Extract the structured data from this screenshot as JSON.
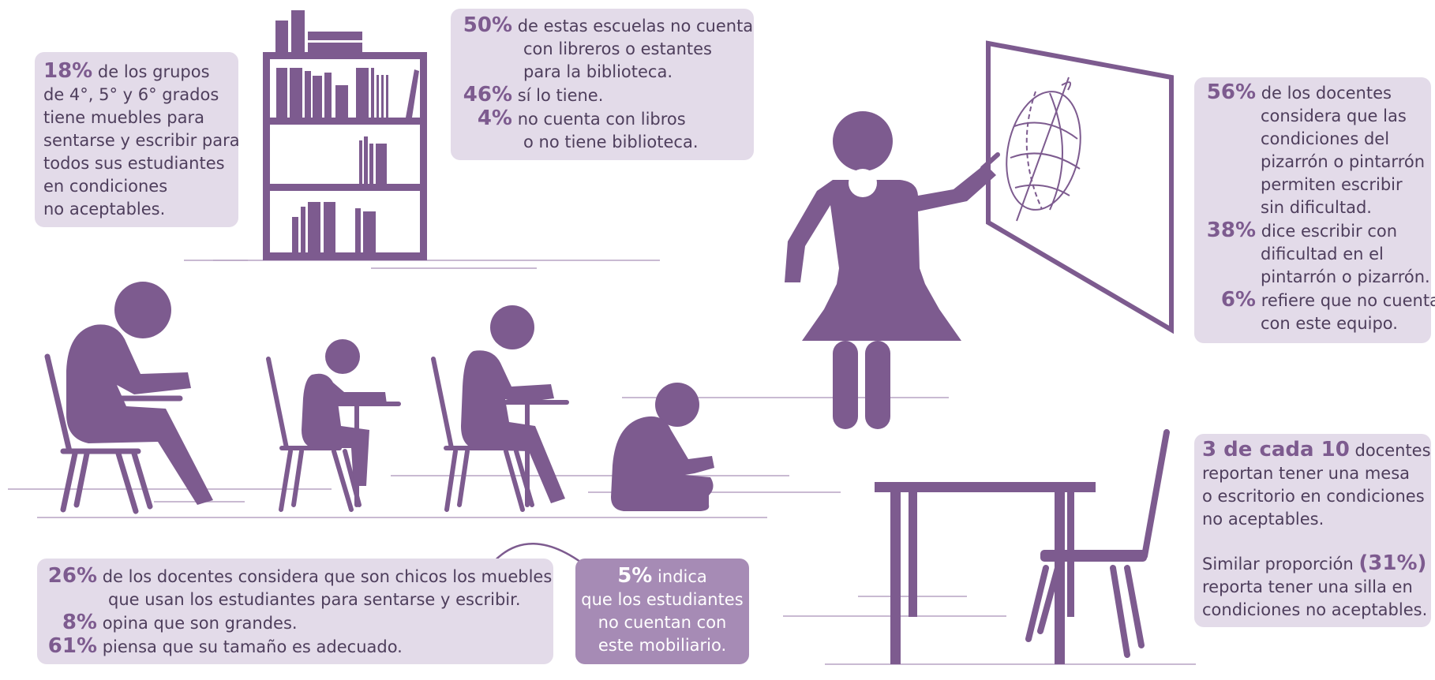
{
  "colors": {
    "figure": "#7d5b8f",
    "box": "#e3dbe9",
    "box_dark": "#a68bb5",
    "line": "#b7a3c3"
  },
  "icons": [
    "bookshelf-icon",
    "teacher-icon",
    "whiteboard-icon",
    "student-icon",
    "desk-icon",
    "chair-icon",
    "curved-arrow-icon"
  ],
  "top_left": {
    "pct": "18%",
    "lines": [
      "de los grupos",
      "de 4°, 5° y 6° grados",
      "tiene muebles para",
      "sentarse y escribir para",
      "todos sus estudiantes",
      "en condiciones",
      "no aceptables."
    ]
  },
  "top_center": {
    "s1": {
      "pct": "50%",
      "lines": [
        "de estas escuelas no cuenta",
        "con libreros o estantes",
        "para la biblioteca."
      ]
    },
    "s2": {
      "pct": "46%",
      "lines": [
        "sí lo tiene."
      ]
    },
    "s3": {
      "pct": "4%",
      "lines": [
        "no cuenta con libros",
        "o no tiene biblioteca."
      ]
    }
  },
  "right_top": {
    "s1": {
      "pct": "56%",
      "lines": [
        "de los docentes",
        "considera que las",
        "condiciones del",
        "pizarrón o pintarrón",
        "permiten escribir",
        "sin dificultad."
      ]
    },
    "s2": {
      "pct": "38%",
      "lines": [
        "dice escribir con",
        "dificultad en el",
        "pintarrón o pizarrón."
      ]
    },
    "s3": {
      "pct": "6%",
      "lines": [
        "refiere que no cuenta",
        "con este equipo."
      ]
    }
  },
  "bottom_left": {
    "s1": {
      "pct": "26%",
      "lines": [
        "de los docentes considera que son chicos los muebles",
        "que usan los estudiantes para sentarse y escribir."
      ]
    },
    "s2": {
      "pct": "8%",
      "lines": [
        "opina que son grandes."
      ]
    },
    "s3": {
      "pct": "61%",
      "lines": [
        "piensa que su tamaño es adecuado."
      ]
    }
  },
  "bottom_mid": {
    "pct": "5%",
    "first": "indica",
    "lines": [
      "que los estudiantes",
      "no cuentan con",
      "este mobiliario."
    ]
  },
  "right_bottom": {
    "p1_bold": "3 de cada 10",
    "p1_rest": "docentes",
    "p1_lines": [
      "reportan tener una mesa",
      "o escritorio en condiciones",
      "no aceptables."
    ],
    "p2_start": "Similar proporción",
    "p2_bold": "(31%)",
    "p2_lines": [
      "reporta tener una silla en",
      "condiciones no aceptables."
    ]
  }
}
